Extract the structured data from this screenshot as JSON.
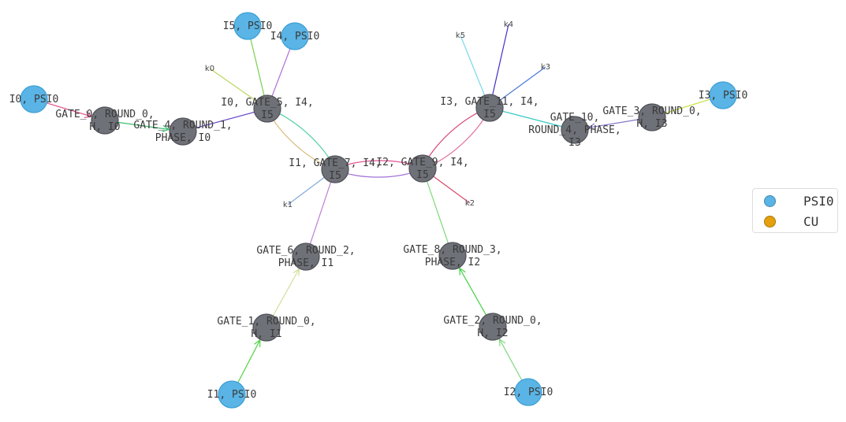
{
  "colors": {
    "psi_node": "#5ab4e5",
    "psi_stroke": "#3c9fd6",
    "gate_node": "#6f7178",
    "gate_stroke": "#4e5057",
    "cu": "#e5a00d"
  },
  "nodes": [
    {
      "id": "i0",
      "type": "psi",
      "lines": [
        "I0, PSI0"
      ]
    },
    {
      "id": "i5",
      "type": "psi",
      "lines": [
        "I5, PSI0"
      ]
    },
    {
      "id": "i4",
      "type": "psi",
      "lines": [
        "I4, PSI0"
      ]
    },
    {
      "id": "i3",
      "type": "psi",
      "lines": [
        "I3, PSI0"
      ]
    },
    {
      "id": "i1",
      "type": "psi",
      "lines": [
        "I1, PSI0"
      ]
    },
    {
      "id": "i2",
      "type": "psi",
      "lines": [
        "I2, PSI0"
      ]
    },
    {
      "id": "g0",
      "type": "gate",
      "lines": [
        "GATE_0, ROUND_0,",
        "H, I0"
      ]
    },
    {
      "id": "g4",
      "type": "gate",
      "lines": [
        "GATE_4, ROUND_1,",
        "PHASE, I0"
      ]
    },
    {
      "id": "g5",
      "type": "gate",
      "lines": [
        "I0, GATE_5, I4,",
        "I5"
      ]
    },
    {
      "id": "g7",
      "type": "gate",
      "lines": [
        "I1, GATE_7, I4,",
        "I5"
      ]
    },
    {
      "id": "g9",
      "type": "gate",
      "lines": [
        "I2, GATE_9, I4,",
        "I5"
      ]
    },
    {
      "id": "g11",
      "type": "gate",
      "lines": [
        "I3, GATE_11, I4,",
        "I5"
      ]
    },
    {
      "id": "g10",
      "type": "gate",
      "lines": [
        "GATE_10,",
        "ROUND_4, PHASE,",
        "I3"
      ]
    },
    {
      "id": "g3",
      "type": "gate",
      "lines": [
        "GATE_3, ROUND_0,",
        "H, I3"
      ]
    },
    {
      "id": "g6",
      "type": "gate",
      "lines": [
        "GATE_6, ROUND_2,",
        "PHASE, I1"
      ]
    },
    {
      "id": "g8",
      "type": "gate",
      "lines": [
        "GATE_8, ROUND_3,",
        "PHASE, I2"
      ]
    },
    {
      "id": "g1",
      "type": "gate",
      "lines": [
        "GATE_1, ROUND_0,",
        "H, I1"
      ]
    },
    {
      "id": "g2",
      "type": "gate",
      "lines": [
        "GATE_2, ROUND_0,",
        "H, I2"
      ]
    }
  ],
  "keyword_labels": [
    "k0",
    "k1",
    "k2",
    "k3",
    "k4",
    "k5"
  ],
  "edges": [
    {
      "from": "i0",
      "to": "g0",
      "color": "#e0508a",
      "arrow": true
    },
    {
      "from": "g0",
      "to": "g4",
      "color": "#3cc070",
      "arrow": true
    },
    {
      "from": "g4",
      "to": "g5",
      "color": "#6a4cc8",
      "arrow": false
    },
    {
      "from": "i5",
      "to": "g5",
      "color": "#78d050",
      "arrow": false
    },
    {
      "from": "i4",
      "to": "g5",
      "color": "#b070d8",
      "arrow": false
    },
    {
      "from": "k0",
      "to": "g5",
      "color": "#b8d860",
      "arrow": false
    },
    {
      "from": "g5",
      "to": "g7",
      "color": "#d8b878",
      "arrow": false,
      "curve": "a"
    },
    {
      "from": "g5",
      "to": "g7",
      "color": "#50d0a0",
      "arrow": false,
      "curve": "b"
    },
    {
      "from": "g7",
      "to": "g9",
      "color": "#a070d8",
      "arrow": false,
      "curve": "a"
    },
    {
      "from": "g7",
      "to": "g9",
      "color": "#e05090",
      "arrow": false,
      "curve": "b"
    },
    {
      "from": "g9",
      "to": "g11",
      "color": "#e070a0",
      "arrow": false,
      "curve": "a"
    },
    {
      "from": "g9",
      "to": "g11",
      "color": "#d84878",
      "arrow": false,
      "curve": "b"
    },
    {
      "from": "k1",
      "to": "g7",
      "color": "#80a8d8",
      "arrow": false
    },
    {
      "from": "g7",
      "to": "g6",
      "color": "#c080d8",
      "arrow": false
    },
    {
      "from": "g1",
      "to": "g6",
      "color": "#d0e098",
      "arrow": true
    },
    {
      "from": "i1",
      "to": "g1",
      "color": "#50d040",
      "arrow": true
    },
    {
      "from": "k2",
      "to": "g9",
      "color": "#d84868",
      "arrow": false
    },
    {
      "from": "g9",
      "to": "g8",
      "color": "#80d878",
      "arrow": false
    },
    {
      "from": "g2",
      "to": "g8",
      "color": "#40d040",
      "arrow": true
    },
    {
      "from": "i2",
      "to": "g2",
      "color": "#80d880",
      "arrow": true
    },
    {
      "from": "k5",
      "to": "g11",
      "color": "#78d8e8",
      "arrow": false
    },
    {
      "from": "k4",
      "to": "g11",
      "color": "#4030c8",
      "arrow": false
    },
    {
      "from": "k3",
      "to": "g11",
      "color": "#4878d8",
      "arrow": false
    },
    {
      "from": "g11",
      "to": "g10",
      "color": "#30c8c0",
      "arrow": false
    },
    {
      "from": "g3",
      "to": "g10",
      "color": "#8878c8",
      "arrow": true
    },
    {
      "from": "i3",
      "to": "g3",
      "color": "#c8e040",
      "arrow": false
    }
  ],
  "legend": {
    "items": [
      {
        "label": "PSI0",
        "color": "#5ab4e5"
      },
      {
        "label": "CU",
        "color": "#e5a00d"
      }
    ]
  }
}
